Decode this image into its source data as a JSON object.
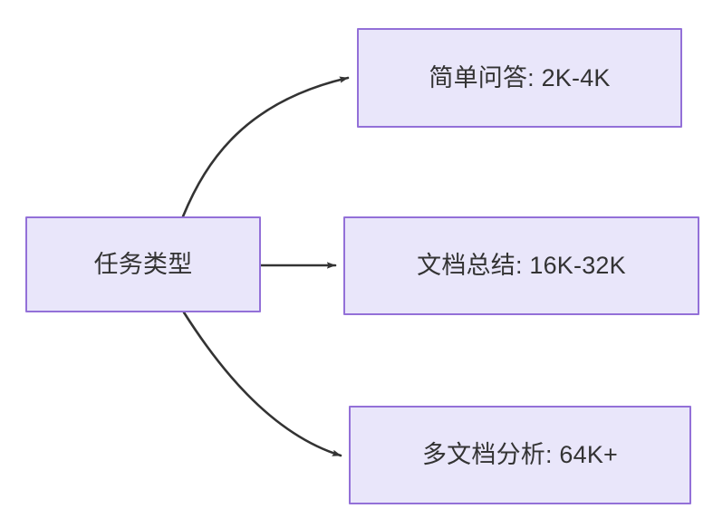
{
  "diagram": {
    "type": "flowchart",
    "direction": "left-to-right",
    "background_color": "#ffffff",
    "node_fill_color": "#e9e6fa",
    "node_border_color": "#9370d8",
    "node_text_color": "#333333",
    "edge_color": "#333333",
    "source_node": {
      "id": "task-type",
      "label": "任务类型"
    },
    "target_nodes": [
      {
        "id": "simple-qa",
        "label": "简单问答: 2K-4K",
        "task": "简单问答",
        "context_length": "2K-4K"
      },
      {
        "id": "doc-summary",
        "label": "文档总结: 16K-32K",
        "task": "文档总结",
        "context_length": "16K-32K"
      },
      {
        "id": "multi-doc",
        "label": "多文档分析: 64K+",
        "task": "多文档分析",
        "context_length": "64K+"
      }
    ],
    "edges": [
      {
        "id": "edge-to-simple-qa",
        "from": "task-type",
        "to": "simple-qa",
        "label": "",
        "style": "curved-up-arrow"
      },
      {
        "id": "edge-to-doc-summary",
        "from": "task-type",
        "to": "doc-summary",
        "label": "",
        "style": "straight-arrow"
      },
      {
        "id": "edge-to-multi-doc",
        "from": "task-type",
        "to": "multi-doc",
        "label": "",
        "style": "curved-down-arrow"
      }
    ]
  }
}
